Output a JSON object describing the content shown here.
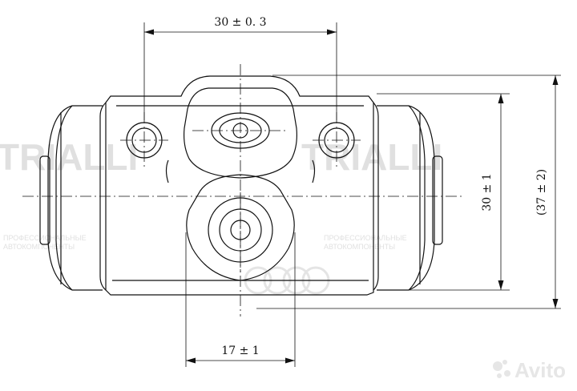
{
  "drawing": {
    "dimensions": {
      "top_spacing": "30 ± 0. 3",
      "bottom_width": "17 ± 1",
      "right_inner_height": "30 ± 1",
      "right_outer_height": "(37 ± 2)"
    }
  },
  "watermark": {
    "brand": "TRIALLI",
    "tagline_line1": "ПРОФЕССИОНАЛЬНЫЕ",
    "tagline_line2": "АВТОКОМПОНЕНТЫ",
    "site": "Avito"
  },
  "colors": {
    "line": "#111111",
    "watermark": "#c8c8c8"
  }
}
